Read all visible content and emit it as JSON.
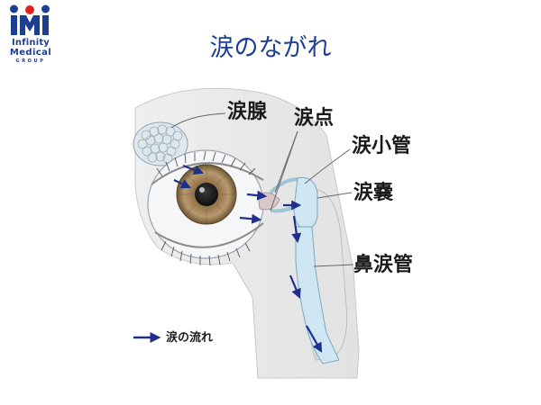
{
  "logo": {
    "line1": "Infinity",
    "line2": "Medical",
    "line3": "GROUP",
    "colors": {
      "navy": "#1c3f94",
      "red": "#e2231a"
    }
  },
  "title": "涙のながれ",
  "labels": {
    "lacrimal_gland": "涙腺",
    "lacrimal_punctum": "涙点",
    "canaliculus": "涙小管",
    "lacrimal_sac": "涙嚢",
    "nasolacrimal_duct": "鼻涙管"
  },
  "legend": {
    "text": "涙の流れ",
    "icon": "arrow-right-icon"
  },
  "colors": {
    "title": "#1c3f94",
    "arrow": "#1f2f8c",
    "iris": "#b0906a",
    "duct": "#cfe7f2"
  }
}
